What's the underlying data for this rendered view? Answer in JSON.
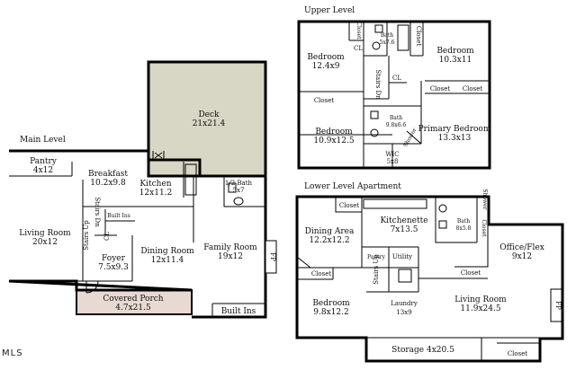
{
  "levels": {
    "main": "Main Level",
    "upper": "Upper Level",
    "lower": "Lower Level Apartment"
  },
  "main_rooms": {
    "deck": {
      "name": "Deck",
      "dim": "21x21.4"
    },
    "pantry": {
      "name": "Pantry",
      "dim": "4x12"
    },
    "breakfast": {
      "name": "Breakfast",
      "dim": "10.2x9.8"
    },
    "kitchen": {
      "name": "Kitchen",
      "dim": "12x11.2"
    },
    "half_bath": {
      "name": "1/2 Bath",
      "dim": "5x7"
    },
    "living": {
      "name": "Living Room",
      "dim": "20x12"
    },
    "stairs_up": "Stairs Up",
    "stairs_dn": "Stairs Dn",
    "built_ins_small": "Built Ins",
    "cl": "CL",
    "foyer": {
      "name": "Foyer",
      "dim": "7.5x9.3"
    },
    "dining": {
      "name": "Dining Room",
      "dim": "12x11.4"
    },
    "family": {
      "name": "Family Room",
      "dim": "19x12"
    },
    "fp": "FP",
    "porch": {
      "name": "Covered Porch",
      "dim": "4.7x21.5"
    },
    "built_ins": "Built Ins"
  },
  "upper_rooms": {
    "closet_v1": "Closet",
    "bath": {
      "name": "Bath",
      "dim": "5x7.6"
    },
    "closet_v2": "Closet",
    "bedroom1": {
      "name": "Bedroom",
      "dim": "12.4x9"
    },
    "cl": "CL",
    "bedroom2": {
      "name": "Bedroom",
      "dim": "10.3x11"
    },
    "stairs_dn": "Stairs Dn",
    "cl2": "CL",
    "closet_a": "Closet",
    "closet_b": "Closet",
    "closet_c": "Closet",
    "bath2": {
      "name": "Bath",
      "dim": "9.8x6.6"
    },
    "bedroom3": {
      "name": "Bedroom",
      "dim": "10.9x12.5"
    },
    "primary": {
      "name": "Primary Bedroom",
      "dim": "13.3x13"
    },
    "shower": "Shower",
    "wic": {
      "name": "WIC",
      "dim": "5x8"
    }
  },
  "lower_rooms": {
    "closet1": "Closet",
    "kitchenette": {
      "name": "Kitchenette",
      "dim": "7x13.5"
    },
    "shower": "Shower",
    "bath": {
      "name": "Bath",
      "dim": "8x5.8"
    },
    "closet_v": "Closet",
    "dining": {
      "name": "Dining Area",
      "dim": "12.2x12.2"
    },
    "office": {
      "name": "Office/Flex",
      "dim": "9x12"
    },
    "pantry": "Pantry",
    "utility": "Utility",
    "closet2": "Closet",
    "closet3": "Closet",
    "stairs_up": "Stairs Up",
    "laundry": {
      "name": "Laundry",
      "dim": "13x9"
    },
    "bedroom": {
      "name": "Bedroom",
      "dim": "9.8x12.2"
    },
    "living": {
      "name": "Living Room",
      "dim": "11.9x24.5"
    },
    "fp": "FP",
    "storage": "Storage 4x20.5",
    "closet4": "Closet"
  },
  "watermark": "MLS"
}
